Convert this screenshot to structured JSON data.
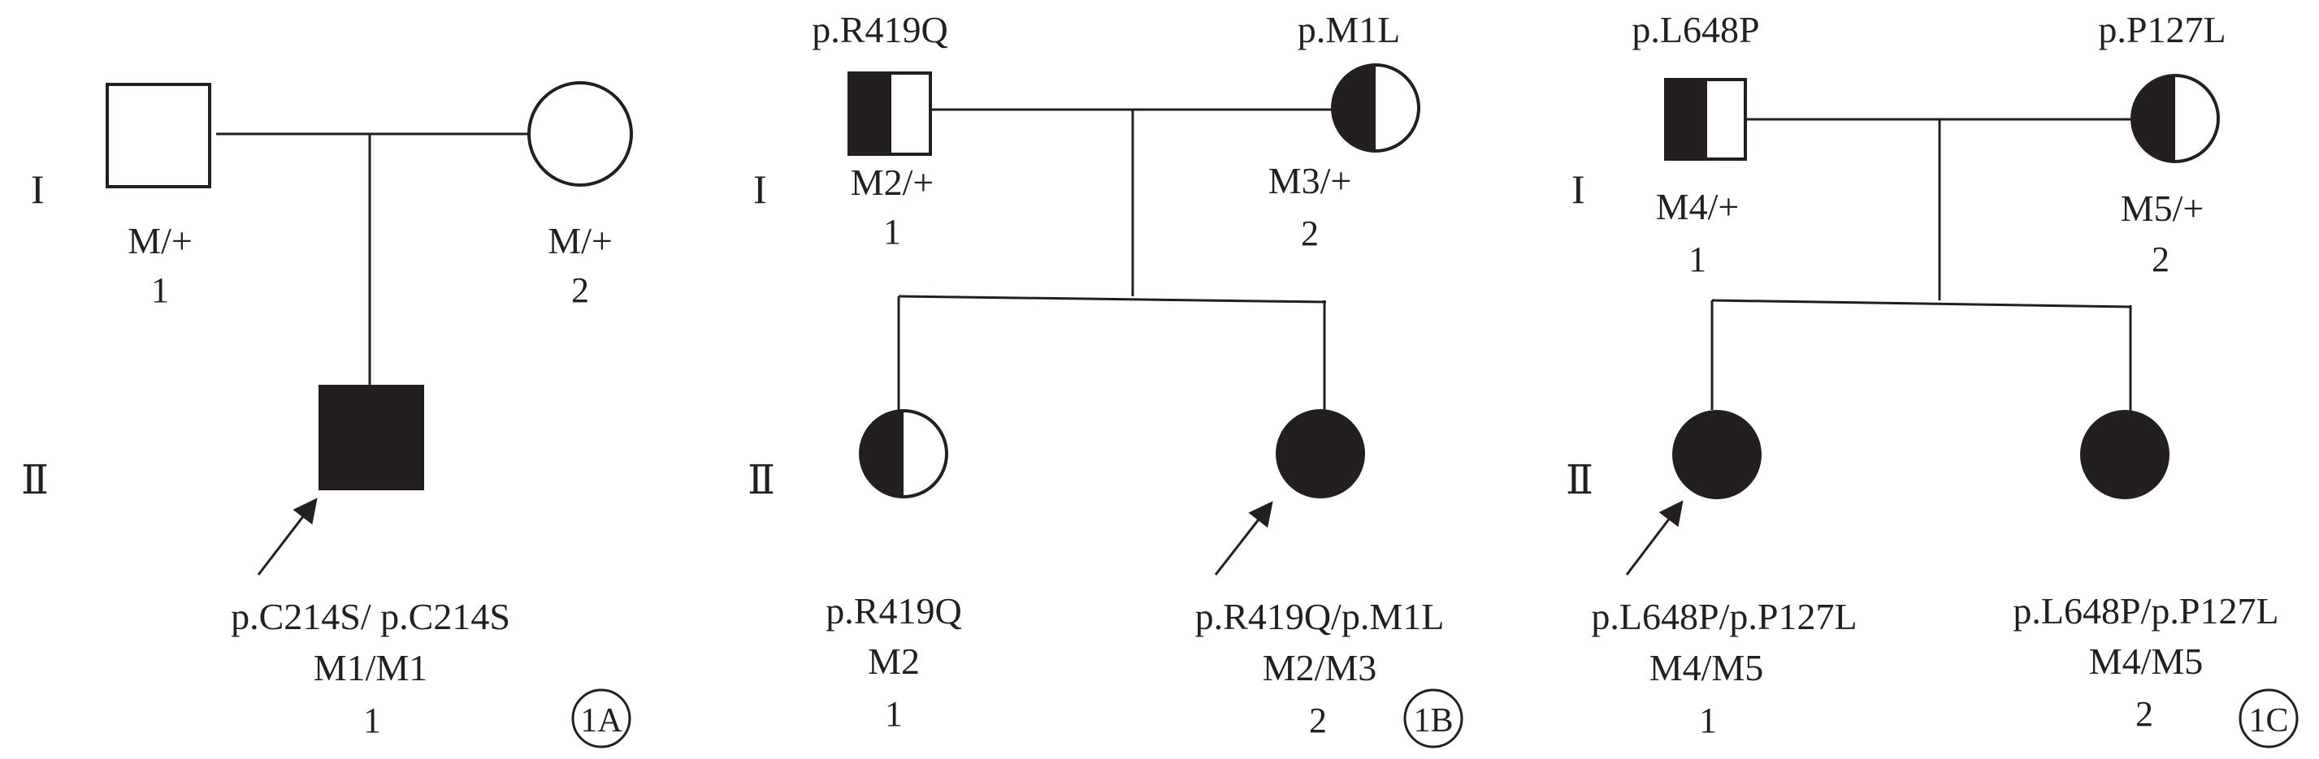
{
  "generations": {
    "gen_1": "I",
    "gen_2": "Ⅱ"
  },
  "pedigrees": [
    {
      "badge": "1A",
      "individuals": [
        {
          "id": "A-I-1",
          "genotype": "M/+",
          "number": "1",
          "sex": "male",
          "status": "unaffected"
        },
        {
          "id": "A-I-2",
          "genotype": "M/+",
          "number": "2",
          "sex": "female",
          "status": "unaffected"
        },
        {
          "id": "A-II-1",
          "variant": "p.C214S/ p.C214S",
          "genotype": "M1/M1",
          "number": "1",
          "sex": "male",
          "status": "affected",
          "proband": true
        }
      ]
    },
    {
      "badge": "1B",
      "individuals": [
        {
          "id": "B-I-1",
          "variant": "p.R419Q",
          "genotype": "M2/+",
          "number": "1",
          "sex": "male",
          "status": "carrier"
        },
        {
          "id": "B-I-2",
          "variant": "p.M1L",
          "genotype": "M3/+",
          "number": "2",
          "sex": "female",
          "status": "carrier"
        },
        {
          "id": "B-II-1",
          "variant": "p.R419Q",
          "genotype": "M2",
          "number": "1",
          "sex": "female",
          "status": "carrier"
        },
        {
          "id": "B-II-2",
          "variant": "p.R419Q/p.M1L",
          "genotype": "M2/M3",
          "number": "2",
          "sex": "female",
          "status": "affected",
          "proband": true
        }
      ]
    },
    {
      "badge": "1C",
      "individuals": [
        {
          "id": "C-I-1",
          "variant": "p.L648P",
          "genotype": "M4/+",
          "number": "1",
          "sex": "male",
          "status": "carrier"
        },
        {
          "id": "C-I-2",
          "variant": "p.P127L",
          "genotype": "M5/+",
          "number": "2",
          "sex": "female",
          "status": "carrier"
        },
        {
          "id": "C-II-1",
          "variant": "p.L648P/p.P127L",
          "genotype": "M4/M5",
          "number": "1",
          "sex": "female",
          "status": "affected",
          "proband": true
        },
        {
          "id": "C-II-2",
          "variant": "p.L648P/p.P127L",
          "genotype": "M4/M5",
          "number": "2",
          "sex": "female",
          "status": "affected"
        }
      ]
    }
  ],
  "colors": {
    "ink": "#231f20",
    "background": "#ffffff"
  }
}
